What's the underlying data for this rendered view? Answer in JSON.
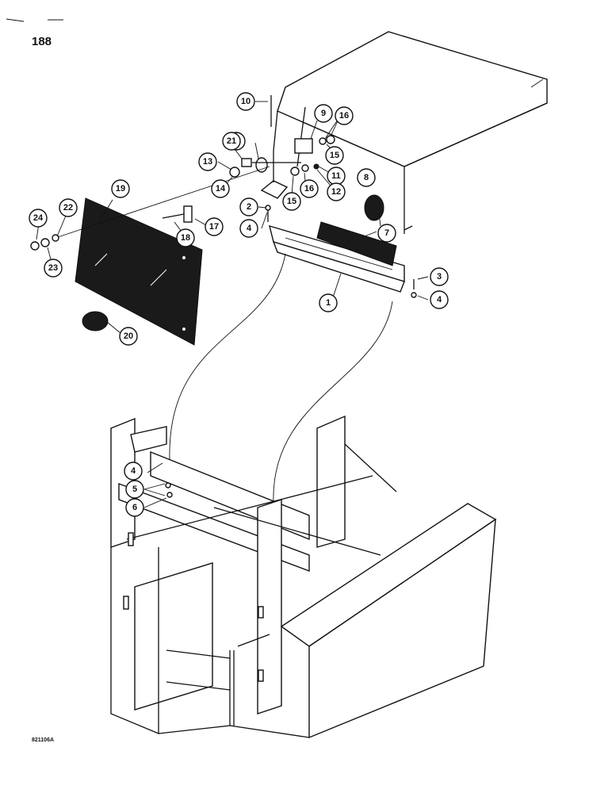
{
  "page_number": "188",
  "figure_code": "821106A",
  "callouts": [
    "1",
    "2",
    "3",
    "4",
    "4",
    "4",
    "5",
    "6",
    "7",
    "8",
    "9",
    "10",
    "11",
    "12",
    "13",
    "13",
    "14",
    "15",
    "15",
    "16",
    "16",
    "17",
    "18",
    "19",
    "20",
    "21",
    "22",
    "23",
    "24"
  ]
}
